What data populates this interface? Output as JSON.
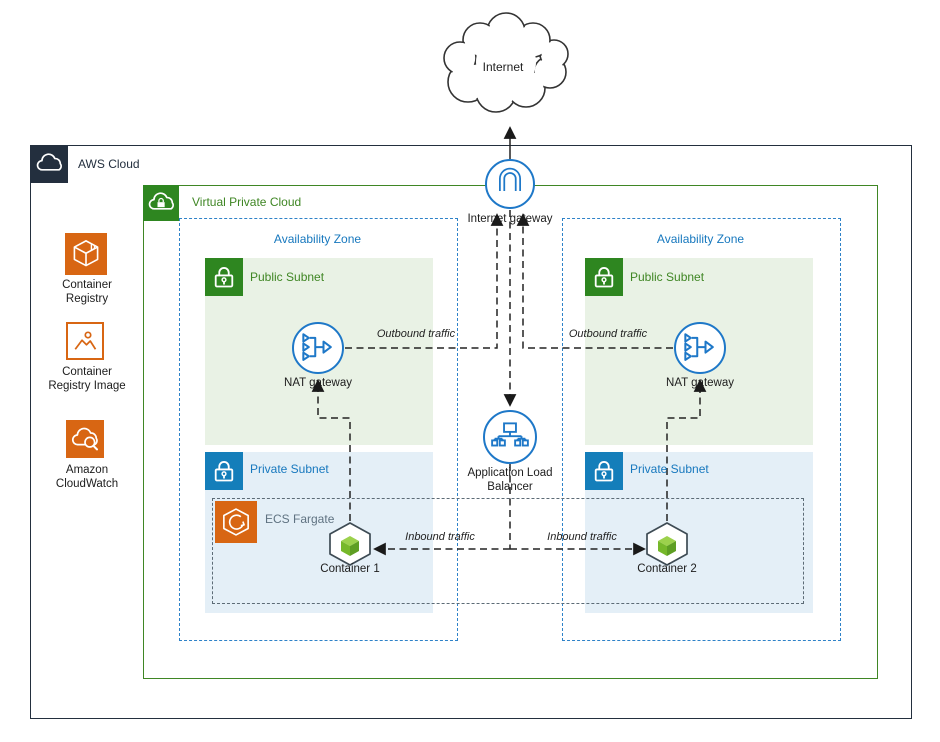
{
  "palette": {
    "aws_dark": "#232F3E",
    "vpc_green": "#3F8624",
    "icon_green": "#2E8620",
    "subnet_public_bg": "#E9F2E5",
    "subnet_private_bg": "#E4EFF7",
    "subnet_blue": "#147EBA",
    "node_circle_blue": "#1E78C8",
    "aws_orange": "#D86613",
    "ecs_dash_gray": "#5C6B76"
  },
  "cloud": {
    "internet_label": "Internet"
  },
  "containers_group": {
    "aws_cloud_label": "AWS Cloud",
    "vpc_label": "Virtual Private Cloud",
    "ecs_fargate_label": "ECS Fargate"
  },
  "zones": [
    {
      "label": "Availability Zone"
    },
    {
      "label": "Availability Zone"
    }
  ],
  "subnets": {
    "public_left": "Public Subnet",
    "public_right": "Public Subnet",
    "private_left": "Private Subnet",
    "private_right": "Private Subnet"
  },
  "nodes": {
    "internet_gateway": "Internet gateway",
    "nat_left": "NAT gateway",
    "nat_right": "NAT gateway",
    "alb": "Application Load Balancer",
    "container_left": "Container 1",
    "container_right": "Container 2"
  },
  "edge_labels": {
    "outbound_left": "Outbound traffic",
    "outbound_right": "Outbound traffic",
    "inbound_left": "Inbound traffic",
    "inbound_right": "Inbound traffic"
  },
  "sidebar": {
    "items": [
      {
        "label": "Container Registry"
      },
      {
        "label": "Container Registry Image"
      },
      {
        "label": "Amazon CloudWatch"
      }
    ]
  }
}
